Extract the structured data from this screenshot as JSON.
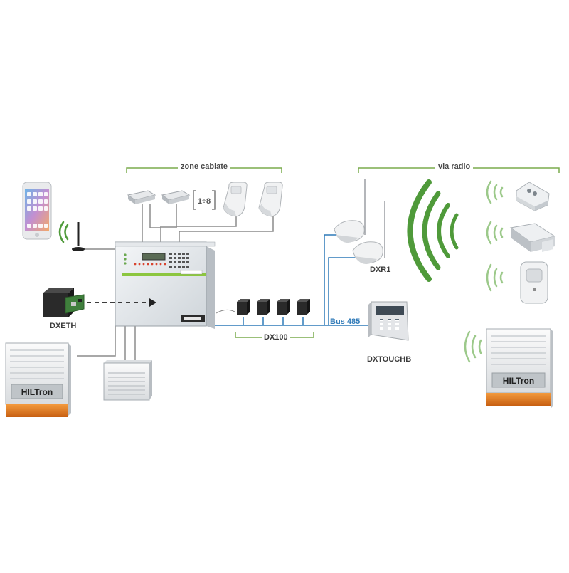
{
  "labels": {
    "zone_cablate": "zone cablate",
    "via_radio": "via radio",
    "dxeth": "DXETH",
    "dx100": "DX100",
    "dxr1": "DXR1",
    "bus485": "Bus 485",
    "dxtouchb": "DXTOUCHB",
    "brand": "HILTron",
    "zone_range": "1÷8"
  },
  "colors": {
    "wire_gray": "#8c8c8c",
    "bus_blue": "#2f7ab8",
    "group_green": "#7aab4d",
    "radio_green": "#4f9a3a",
    "siren_orange": "#e07a22",
    "panel_green": "#8cc63f"
  }
}
